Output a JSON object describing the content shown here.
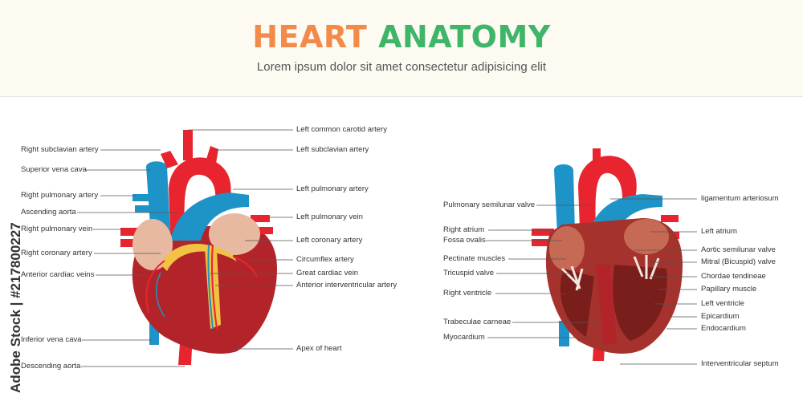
{
  "header": {
    "title_word1": "HEART",
    "title_word2": "ANATOMY",
    "subtitle": "Lorem ipsum dolor sit amet consectetur adipisicing elit"
  },
  "watermark": "Adobe Stock | #217800227",
  "colors": {
    "artery": "#e8252f",
    "vein": "#1e93c8",
    "muscle": "#b3242a",
    "fat": "#f1c244",
    "atrium": "#e7b9a0",
    "title_orange": "#f28a4b",
    "title_green": "#3fb56a"
  },
  "external_view": {
    "labels_left": [
      "Right subclavian artery",
      "Superior vena cava",
      "Right pulmonary artery",
      "Ascending aorta",
      "Right pulmonary vein",
      "Right coronary artery",
      "Anterior cardiac veins",
      "Inferior vena cava",
      "Descending aorta"
    ],
    "labels_right": [
      "Left common carotid artery",
      "Left subclavian artery",
      "Left pulmonary artery",
      "Left pulmonary vein",
      "Left coronary artery",
      "Circumflex artery",
      "Great cardiac vein",
      "Anterior interventricular artery",
      "Apex of heart"
    ]
  },
  "internal_view": {
    "labels_left": [
      "Pulmonary semilunar valve",
      "Right atrium",
      "Fossa ovalis",
      "Pectinate muscles",
      "Tricuspid valve",
      "Right ventricle",
      "Trabeculae carneae",
      "Myocardium"
    ],
    "labels_right": [
      "ligamentum arteriosum",
      "Left atrium",
      "Aortic semilunar valve",
      "Mitral (Bicuspid) valve",
      "Chordae tendineae",
      "Papillary muscle",
      "Left ventricle",
      "Epicardium",
      "Endocardium",
      "Interventricular septum"
    ]
  }
}
